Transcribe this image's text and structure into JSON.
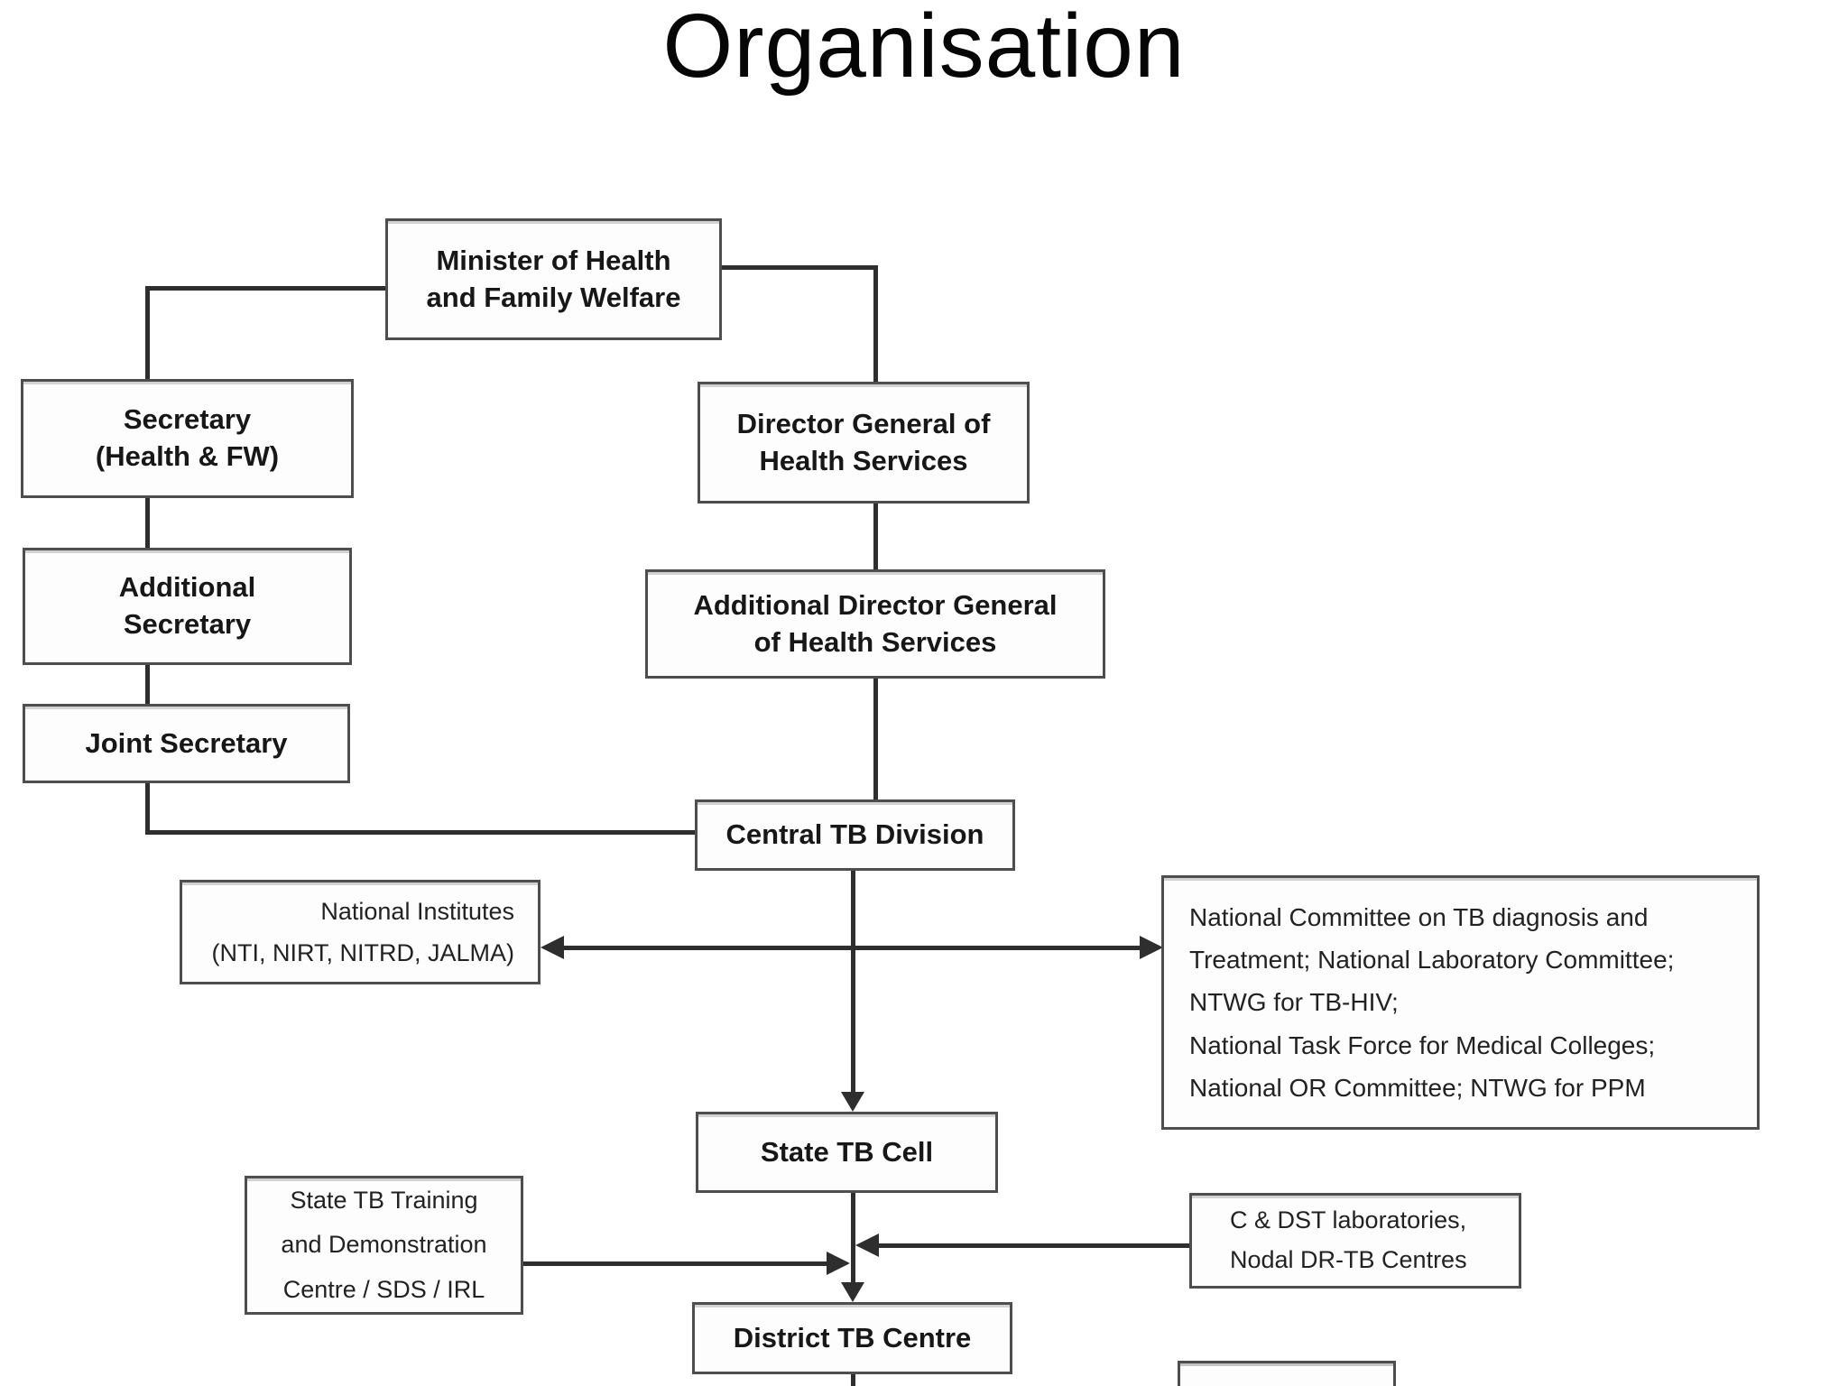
{
  "page": {
    "title": "Organisation"
  },
  "palette": {
    "background": "#ffffff",
    "box_fill": "#fdfdfd",
    "box_border": "#4e4e4e",
    "connector": "#2e2e2e",
    "text": "#1b1b1b"
  },
  "nodes": {
    "minister": {
      "label": "Minister of Health\nand Family Welfare"
    },
    "secretary": {
      "label": "Secretary\n(Health & FW)"
    },
    "director_general": {
      "label": "Director General of\nHealth Services"
    },
    "additional_secretary": {
      "label": "Additional\nSecretary"
    },
    "additional_dg": {
      "label": "Additional Director General\nof Health Services"
    },
    "joint_secretary": {
      "label": "Joint Secretary"
    },
    "central_tb_division": {
      "label": "Central TB Division"
    },
    "national_institutes": {
      "label": "National Institutes\n(NTI, NIRT, NITRD, JALMA)"
    },
    "national_committees": {
      "label": "National Committee on TB diagnosis and\nTreatment; National Laboratory Committee;\nNTWG for TB-HIV;\nNational Task Force for Medical Colleges;\nNational OR Committee; NTWG for PPM"
    },
    "state_tb_cell": {
      "label": "State TB Cell"
    },
    "state_tb_training": {
      "label": "State TB Training\nand Demonstration\nCentre / SDS / IRL"
    },
    "cdst_labs": {
      "label": "C & DST laboratories,\nNodal DR-TB Centres"
    },
    "district_tb_centre": {
      "label": "District TB Centre"
    },
    "partial_bottom_right_box": {
      "label": ""
    }
  },
  "edges": [
    {
      "from": "minister",
      "to": "secretary",
      "type": "line"
    },
    {
      "from": "minister",
      "to": "director_general",
      "type": "line"
    },
    {
      "from": "secretary",
      "to": "additional_secretary",
      "type": "line"
    },
    {
      "from": "additional_secretary",
      "to": "joint_secretary",
      "type": "line"
    },
    {
      "from": "joint_secretary",
      "to": "central_tb_division",
      "type": "line"
    },
    {
      "from": "director_general",
      "to": "additional_dg",
      "type": "line"
    },
    {
      "from": "additional_dg",
      "to": "central_tb_division",
      "type": "line"
    },
    {
      "from": "central_tb_division",
      "to": "national_institutes",
      "type": "arrow"
    },
    {
      "from": "central_tb_division",
      "to": "national_committees",
      "type": "arrow"
    },
    {
      "from": "central_tb_division",
      "to": "state_tb_cell",
      "type": "arrow"
    },
    {
      "from": "state_tb_cell",
      "to": "district_tb_centre",
      "type": "arrow"
    },
    {
      "from": "state_tb_training",
      "to": "district_tb_centre",
      "type": "arrow",
      "note": "arrow joins the State TB Cell to District TB Centre connector"
    },
    {
      "from": "cdst_labs",
      "to": "district_tb_centre",
      "type": "arrow",
      "note": "arrow joins the State TB Cell to District TB Centre connector"
    }
  ]
}
